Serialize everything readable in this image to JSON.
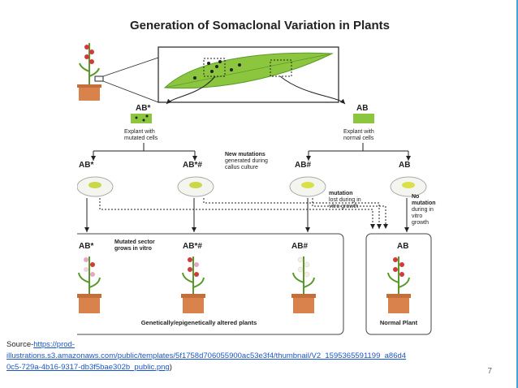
{
  "title": "Generation of Somaclonal Variation in Plants",
  "labels": {
    "ab_mut_top": "AB*",
    "ab_top": "AB",
    "explant_mutated": [
      "Explant with",
      "mutated cells"
    ],
    "explant_normal": [
      "Explant with",
      "normal cells"
    ],
    "ab_star": "AB*",
    "ab_star_hash": "AB*#",
    "ab_hash": "AB#",
    "ab": "AB",
    "new_mutations": [
      "New mutations",
      "generated during",
      "callus culture"
    ],
    "mutation_lost": [
      "mutation",
      "lost during in",
      "vitro growth"
    ],
    "no_mutation": [
      "No",
      "mutation",
      "during in",
      "vitro",
      "growth"
    ],
    "mutated_sector": [
      "Mutated sector",
      "grows in vitro"
    ],
    "genetically_altered": "Genetically/epigenetically altered plants",
    "normal_plant": "Normal Plant"
  },
  "source": {
    "prefix": "Source-",
    "link": "https://prod-illustrations.s3.amazonaws.com/public/templates/5f1758d706055900ac53e3f4/thumbnail/V2_1595365591199_a86d40c5-729a-4b16-9317-db3f5bae302b_public.png",
    "link_line1": "https://prod-",
    "link_line2": "illustrations.s3.amazonaws.com/public/templates/5f1758d706055900ac53e3f4/thumbnail/V2_1595365591199_a86d4",
    "link_line3": "0c5-729a-4b16-9317-db3f5bae302b_public.png",
    "suffix": ")"
  },
  "page_number": "7",
  "colors": {
    "leaf": "#8cc63f",
    "leaf_dark": "#5a9a2a",
    "pot": "#d9824b",
    "flower_red": "#d23a3a",
    "panel_border": "#444444"
  }
}
